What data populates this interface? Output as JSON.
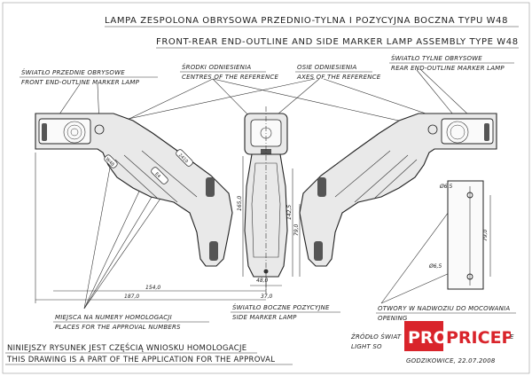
{
  "title_pl": "LAMPA  ZESPOLONA OBRYSOWA PRZEDNIO-TYLNA I POZYCYJNA BOCZNA TYPU W48",
  "title_en": "FRONT-REAR END-OUTLINE AND SIDE MARKER LAMP ASSEMBLY TYPE W48",
  "labels": {
    "front_pl": "ŚWIATŁO PRZEDNIE OBRYSOWE",
    "front_en": "FRONT END-OUTLINE MARKER LAMP",
    "centres_pl": "ŚRODKI ODNIESIENIA",
    "centres_en": "CENTRES OF THE REFERENCE",
    "axes_pl": "OSIE ODNIESIENIA",
    "axes_en": "AXES OF THE REFERENCE",
    "rear_pl": "ŚWIATŁO TYLNE OBRYSOWE",
    "rear_en": "REAR END-OUTLINE MARKER LAMP",
    "side_pl": "ŚWIATŁO BOCZNE POZYCYJNE",
    "side_en": "SIDE MARKER LAMP",
    "places_pl": "MIEJSCA NA NUMERY HOMOLOGACJI",
    "places_en": "PLACES FOR THE APPROVAL NUMBERS",
    "holes_pl": "OTWORY W NADWOZIU DO MOCOWANIA",
    "holes_en": "OPENING",
    "source_pl": "ŹRÓDŁO ŚWIAT",
    "source_en": "LIGHT SO",
    "source_tail": "E"
  },
  "dimensions": {
    "d187": "187,0",
    "d154": "154,0",
    "d165": "165,0",
    "d1425": "142,5",
    "d790": "79,0",
    "d370": "37,0",
    "d480": "48,0",
    "d79b": "79,0",
    "d65a": "Ø6,5",
    "d65b": "Ø6,5"
  },
  "note_pl": "NINIEJSZY RYSUNEK JEST CZĘŚCIĄ WNIOSKU HOMOLOGACJE",
  "note_en": "THIS DRAWING IS A PART OF THE APPLICATION FOR THE APPROVAL",
  "place_date": "GODZIKOWICE, 22.07.2008",
  "logo": {
    "part1": "PRO",
    "part2": "PRICEP",
    "color1": "#d9242b",
    "color2": "#d9242b"
  },
  "approval_marks": [
    "W48",
    "E4",
    "2410"
  ]
}
